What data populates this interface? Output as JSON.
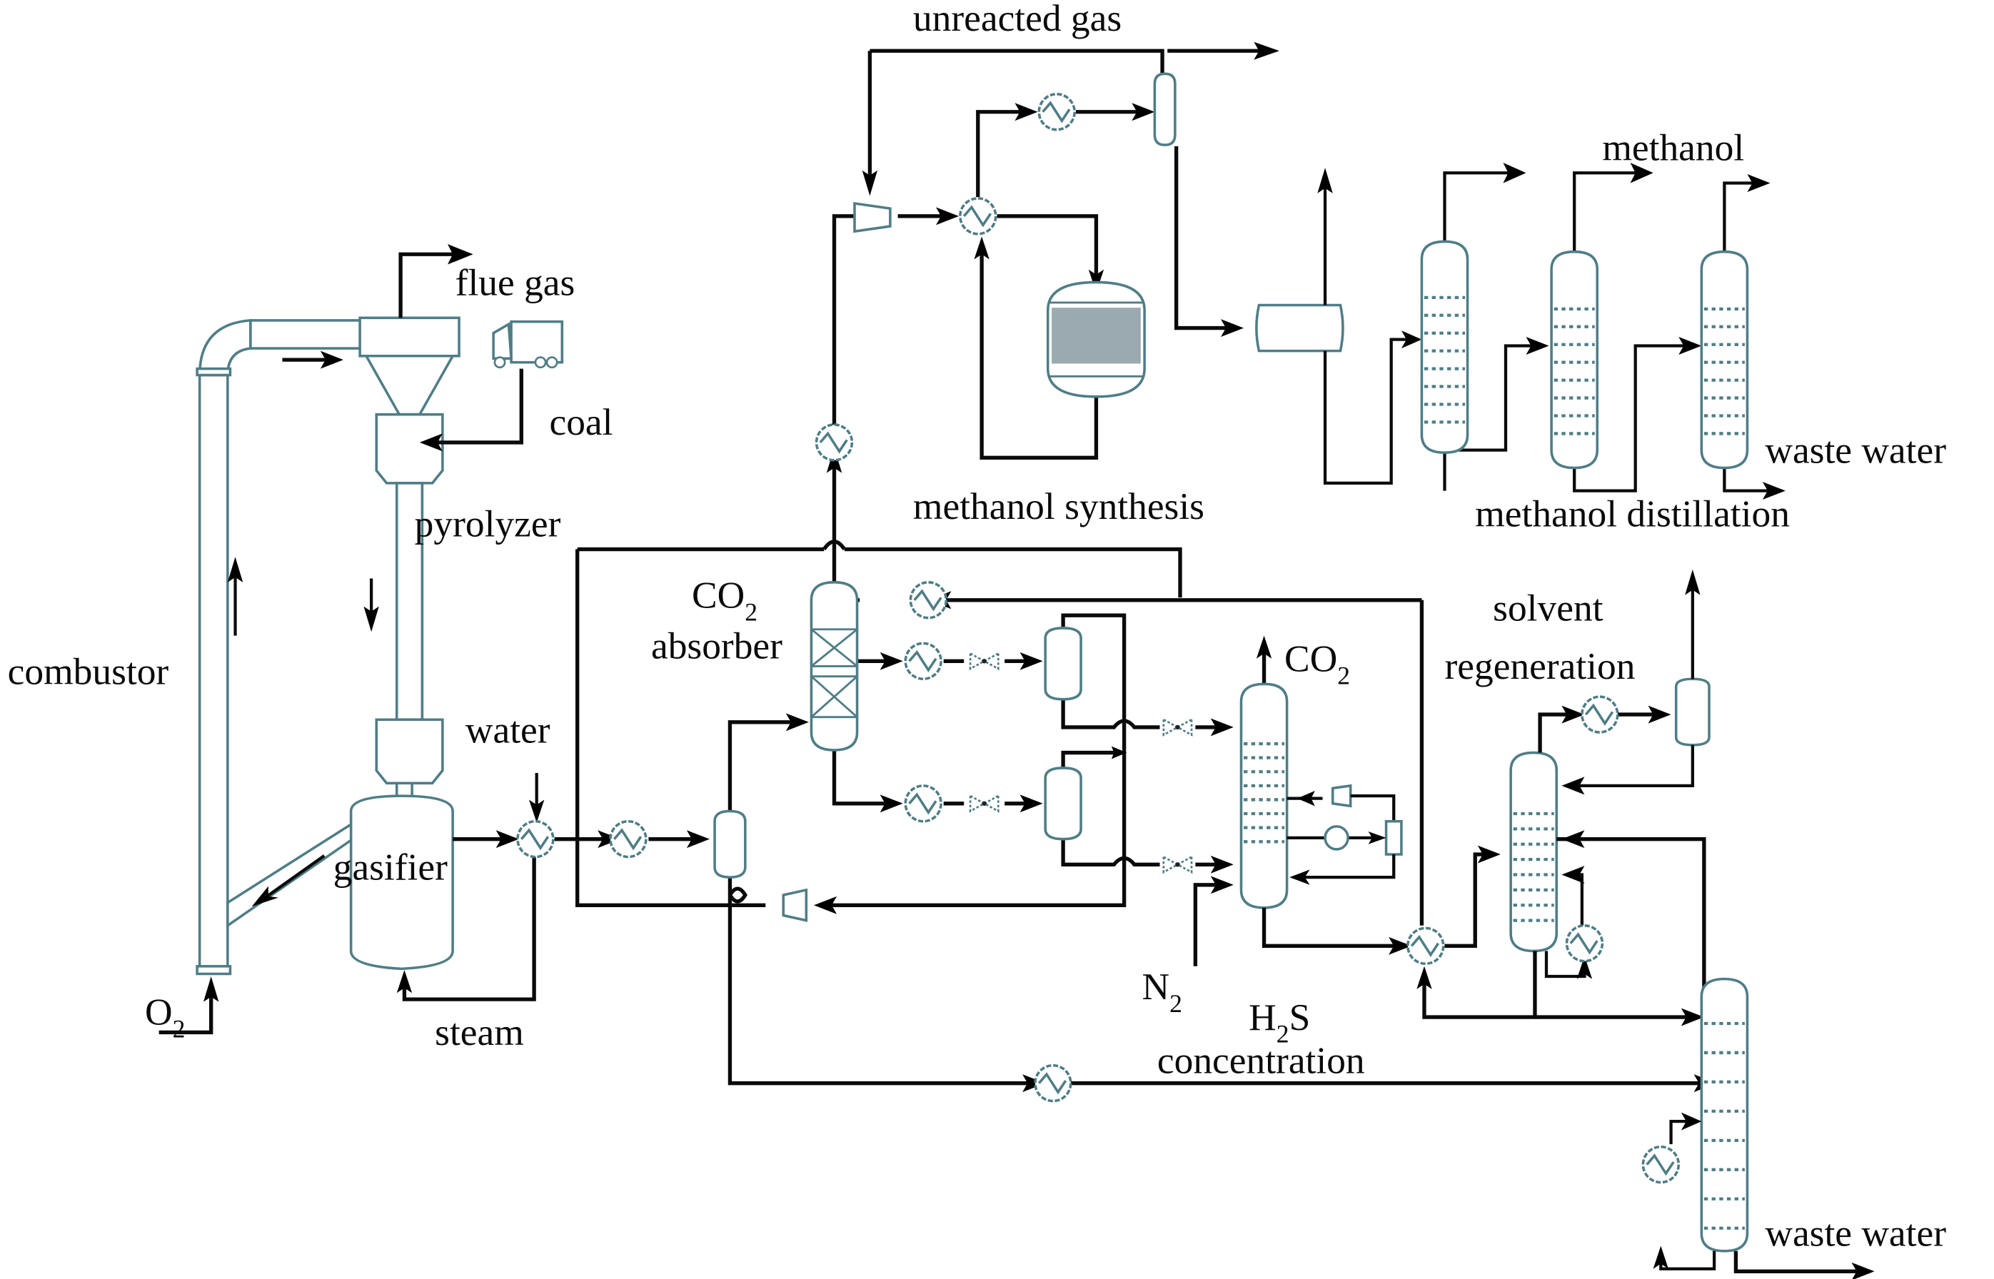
{
  "diagram": {
    "title": "Coal pyrolysis-gasification to methanol process flowsheet",
    "colors": {
      "equipment_stroke": "#4f7d86",
      "pipe": "#0a0a0a",
      "catalyst_bed": "#9aaab0",
      "background": "#ffffff"
    },
    "labels": {
      "unreacted_gas": "unreacted gas",
      "methanol": "methanol",
      "flue_gas": "flue gas",
      "coal": "coal",
      "pyrolyzer": "pyrolyzer",
      "combustor": "combustor",
      "water": "water",
      "gasifier": "gasifier",
      "o2_main": "O",
      "o2_sub": "2",
      "steam": "steam",
      "methanol_synthesis": "methanol synthesis",
      "methanol_distillation": "methanol distillation",
      "waste_water_top": "waste water",
      "waste_water_bottom": "waste water",
      "co2_absorber_line1_main": "CO",
      "co2_absorber_line1_sub": "2",
      "co2_absorber_line2": "absorber",
      "co2_out_main": "CO",
      "co2_out_sub": "2",
      "n2_main": "N",
      "n2_sub": "2",
      "h2s_main_h": "H",
      "h2s_sub": "2",
      "h2s_main_s": "S",
      "h2s_line2": "concentration",
      "solvent_line1": "solvent",
      "solvent_line2": "regeneration"
    },
    "units": [
      {
        "id": "combustor",
        "type": "riser"
      },
      {
        "id": "cyclone",
        "type": "cyclone"
      },
      {
        "id": "pyrolyzer",
        "type": "downer"
      },
      {
        "id": "gasifier",
        "type": "vessel"
      },
      {
        "id": "co2-absorber",
        "type": "packed-column"
      },
      {
        "id": "methanol-reactor",
        "type": "catalytic-reactor"
      },
      {
        "id": "h2s-concentrator",
        "type": "tray-column"
      },
      {
        "id": "solvent-regenerator",
        "type": "tray-column"
      },
      {
        "id": "distillation-column-1",
        "type": "tray-column"
      },
      {
        "id": "distillation-column-2",
        "type": "tray-column"
      },
      {
        "id": "distillation-column-3",
        "type": "tray-column"
      },
      {
        "id": "waste-water-stripper",
        "type": "tray-column"
      }
    ]
  }
}
